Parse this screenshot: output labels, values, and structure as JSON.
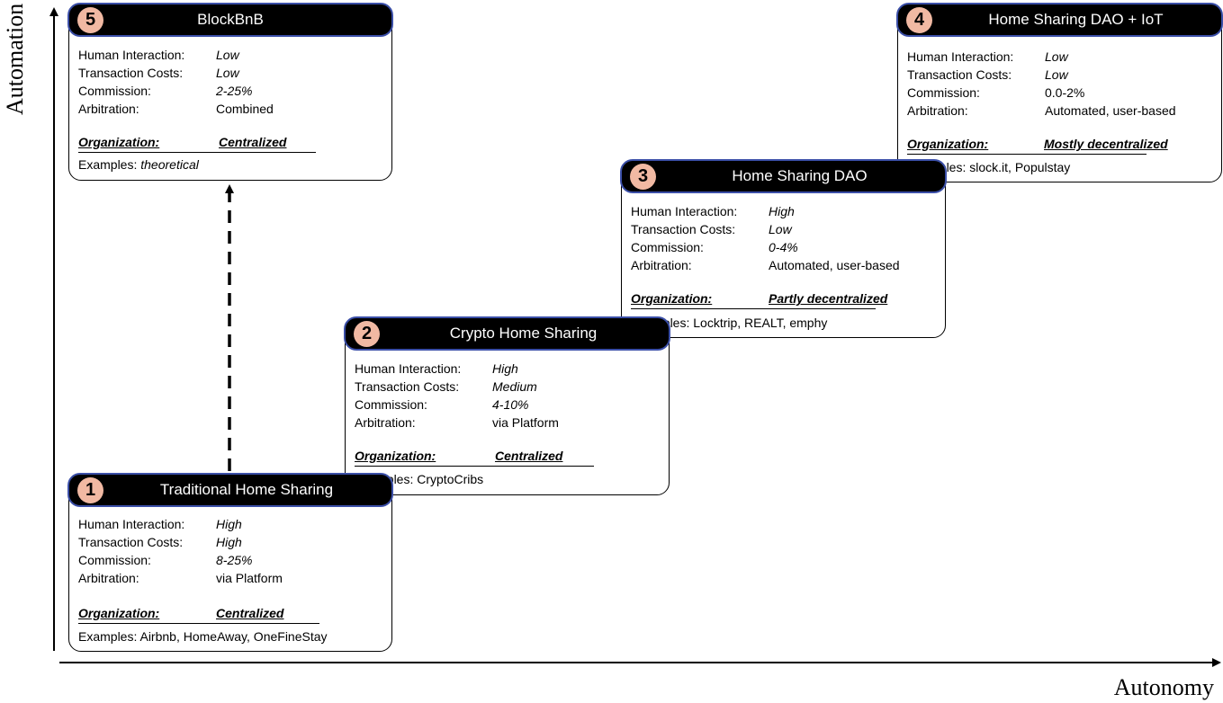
{
  "axes": {
    "y_label": "Automation",
    "x_label": "Autonomy"
  },
  "cards": [
    {
      "id": "traditional-home-sharing",
      "number": "1",
      "title": "Traditional Home Sharing",
      "rows": [
        {
          "label": "Human Interaction:",
          "value": "High"
        },
        {
          "label": "Transaction Costs:",
          "value": "High"
        },
        {
          "label": "Commission:",
          "value": "8-25%"
        },
        {
          "label": "Arbitration:",
          "value": "via Platform"
        }
      ],
      "organization_label": "Organization:",
      "organization_value": "Centralized",
      "examples_label": "Examples: ",
      "examples_value": "Airbnb, HomeAway,  OneFineStay"
    },
    {
      "id": "crypto-home-sharing",
      "number": "2",
      "title": "Crypto Home Sharing",
      "rows": [
        {
          "label": "Human Interaction:",
          "value": "High"
        },
        {
          "label": "Transaction Costs:",
          "value": "Medium"
        },
        {
          "label": "Commission:",
          "value": "4-10%"
        },
        {
          "label": "Arbitration:",
          "value": "via Platform"
        }
      ],
      "organization_label": "Organization:",
      "organization_value": "Centralized",
      "examples_label": "Examples: ",
      "examples_value": "CryptoCribs"
    },
    {
      "id": "home-sharing-dao",
      "number": "3",
      "title": "Home Sharing DAO",
      "rows": [
        {
          "label": "Human Interaction:",
          "value": "High"
        },
        {
          "label": "Transaction Costs:",
          "value": "Low"
        },
        {
          "label": "Commission:",
          "value": "0-4%"
        },
        {
          "label": "Arbitration:",
          "value": "Automated,  user-based"
        }
      ],
      "organization_label": "Organization:",
      "organization_value": "Partly decentralized",
      "examples_label": "Examples: ",
      "examples_value": "Locktrip, REALT,  emphy"
    },
    {
      "id": "home-sharing-dao-iot",
      "number": "4",
      "title": "Home Sharing DAO + IoT",
      "rows": [
        {
          "label": "Human Interaction:",
          "value": "Low"
        },
        {
          "label": "Transaction Costs:",
          "value": "Low"
        },
        {
          "label": "Commission:",
          "value": "0.0-2%"
        },
        {
          "label": "Arbitration:",
          "value": " Automated,  user-based"
        }
      ],
      "organization_label": "Organization:",
      "organization_value": "Mostly decentralized",
      "examples_label": "Examples: ",
      "examples_value": "slock.it, Populstay"
    },
    {
      "id": "blockbnb",
      "number": "5",
      "title": "BlockBnB",
      "rows": [
        {
          "label": "Human Interaction:",
          "value": "Low"
        },
        {
          "label": "Transaction Costs:",
          "value": "Low"
        },
        {
          "label": "Commission:",
          "value": "2-25%"
        },
        {
          "label": "Arbitration:",
          "value": "Combined"
        }
      ],
      "organization_label": "Organization:",
      "organization_value": "Centralized",
      "examples_label": "Examples: ",
      "examples_value": "theoretical"
    }
  ]
}
